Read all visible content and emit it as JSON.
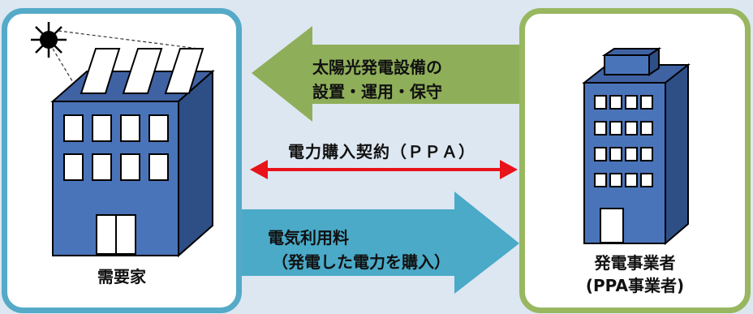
{
  "arrows": {
    "service": {
      "line1": "太陽光発電設備の",
      "line2": "設置・運用・保守",
      "color": "#8fae59"
    },
    "contract": {
      "label": "電力購入契約（ＰＰＡ）",
      "color": "#e8121a"
    },
    "payment": {
      "line1": "電気利用料",
      "line2": "（発電した電力を購入）",
      "color": "#4aaac8"
    }
  },
  "consumer": {
    "label": "需要家",
    "border_color": "#55aac8"
  },
  "provider": {
    "label1": "発電事業者",
    "label2": "(PPA事業者)",
    "border_color": "#98b760"
  },
  "colors": {
    "building_front": "#4a74b9",
    "building_side": "#2e4f86",
    "background": "#dde7f1"
  }
}
